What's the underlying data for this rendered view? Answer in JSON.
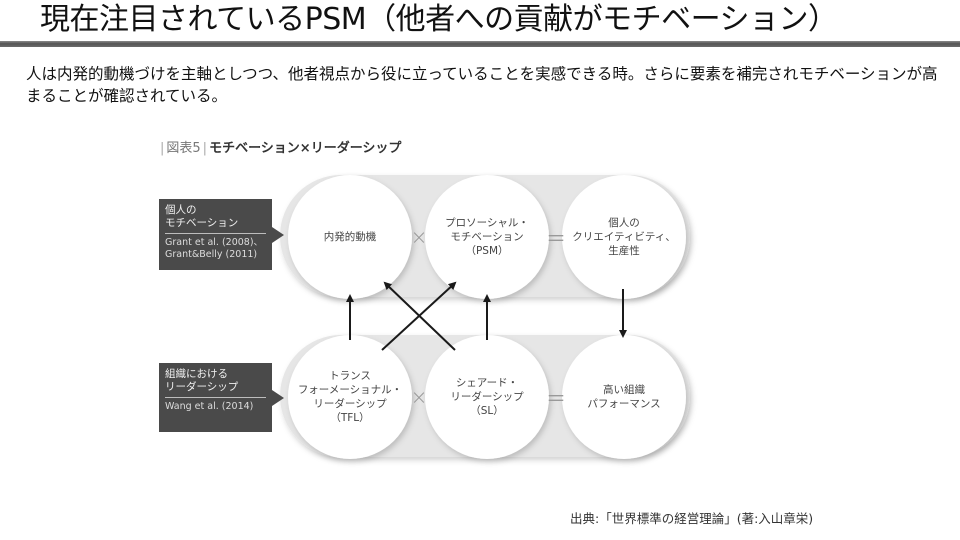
{
  "slide": {
    "title": "現在注目されているPSM（他者への貢献がモチベーション）",
    "lead": "人は内発的動機づけを主軸としつつ、他者視点から役に立っていることを実感できる時。さらに要素を補完されモチベーションが高まることが確認されている。",
    "source": "出典:「世界標準の経営理論」(著:入山章栄)"
  },
  "figure": {
    "caption_prefix": "図表5",
    "caption_title": "モチベーション×リーダーシップ",
    "colors": {
      "band": "#e6e6e6",
      "circle": "#ffffff",
      "label_box": "#4a4a4a",
      "arrow": "#1a1a1a"
    },
    "rows": [
      {
        "label": {
          "title_line1": "個人の",
          "title_line2": "モチベーション",
          "ref_line1": "Grant et al. (2008)、",
          "ref_line2": "Grant&Belly (2011)"
        },
        "circles": [
          {
            "lines": [
              "内発的動機"
            ]
          },
          {
            "lines": [
              "プロソーシャル・",
              "モチベーション",
              "（PSM）"
            ]
          },
          {
            "lines": [
              "個人の",
              "クリエイティビティ、",
              "生産性"
            ]
          }
        ],
        "operators": [
          "×",
          "＝"
        ]
      },
      {
        "label": {
          "title_line1": "組織における",
          "title_line2": "リーダーシップ",
          "ref_line1": "Wang et al. (2014)",
          "ref_line2": ""
        },
        "circles": [
          {
            "lines": [
              "トランス",
              "フォーメーショナル・",
              "リーダーシップ",
              "（TFL）"
            ]
          },
          {
            "lines": [
              "シェアード・",
              "リーダーシップ",
              "（SL）"
            ]
          },
          {
            "lines": [
              "高い組織",
              "パフォーマンス"
            ]
          }
        ],
        "operators": [
          "×",
          "＝"
        ]
      }
    ],
    "arrows": [
      {
        "from": "TFL",
        "to": "内発的動機"
      },
      {
        "from": "TFL",
        "to": "PSM"
      },
      {
        "from": "SL",
        "to": "内発的動機"
      },
      {
        "from": "SL",
        "to": "PSM"
      },
      {
        "from": "個人のクリエイティビティ、生産性",
        "to": "高い組織パフォーマンス"
      }
    ]
  }
}
